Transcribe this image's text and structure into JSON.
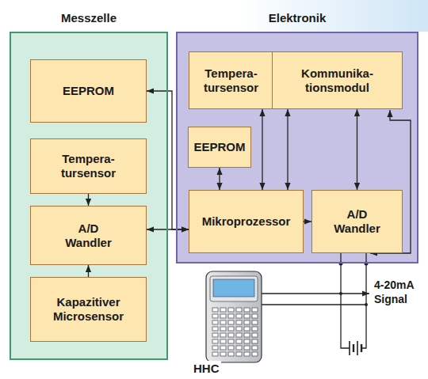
{
  "diagram": {
    "nodes": [
      {
        "text": [
          "Messzelle"
        ]
      },
      {
        "text": [
          "EEPROM"
        ],
        "in": 0
      },
      {
        "text": [
          "Tempera- tursensor"
        ],
        "in": 0
      },
      {
        "text": [
          "A/D Wandler"
        ],
        "in": 0
      },
      {
        "text": [
          "Kapazitiver Microsensor"
        ],
        "in": 0
      },
      {
        "text": [
          "Elektronik"
        ]
      },
      {
        "text": [
          "Tempera- tursensor"
        ],
        "in": 5
      },
      {
        "text": [
          "Kommunika- tionsmodul"
        ],
        "in": 5
      },
      {
        "text": [
          "EEPROM"
        ],
        "in": 5
      },
      {
        "text": [
          "Mikroprozessor"
        ],
        "in": 5
      },
      {
        "text": [
          "A/D Wandler"
        ],
        "in": 5
      }
    ],
    "edges": [
      {
        "from": 2,
        "to": 3,
        "arrow": "to"
      },
      {
        "from": 4,
        "to": 3,
        "arrow": "to"
      },
      {
        "from": 3,
        "to": 9,
        "arrow": "both"
      },
      {
        "from": 1,
        "to": 9,
        "arrow": "both"
      },
      {
        "from": 6,
        "to": 9,
        "arrow": "both"
      },
      {
        "from": 8,
        "to": 9,
        "arrow": "both"
      },
      {
        "from": 7,
        "to": 9,
        "arrow": "both"
      },
      {
        "from": 9,
        "to": 10,
        "arrow": "to"
      },
      {
        "from": 7,
        "to": 10,
        "arrow": "both"
      }
    ],
    "labels": [
      "4-20mA Signal",
      "HHC"
    ]
  }
}
